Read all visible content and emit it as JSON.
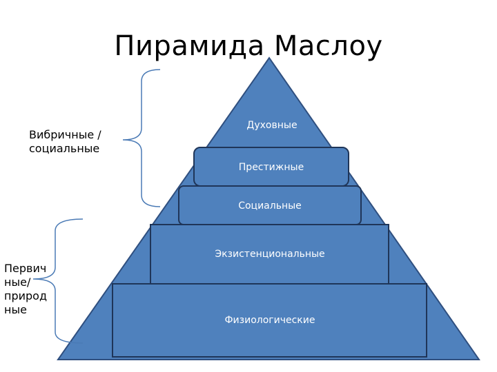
{
  "title": "Пирамида Маслоу",
  "levels": {
    "spiritual": "Духовные",
    "prestige": "Престижные",
    "social": "Социальные",
    "existential": "Экзистенциональные",
    "physiological": "Физиологические"
  },
  "groups": {
    "upper": "Вибричные /\nсоциальные",
    "lower": "Первич\nные/\nприрод\nные"
  },
  "colors": {
    "fill": "#4f81bd",
    "stroke": "#2f4f7f",
    "box_edge": "#1f3558"
  }
}
